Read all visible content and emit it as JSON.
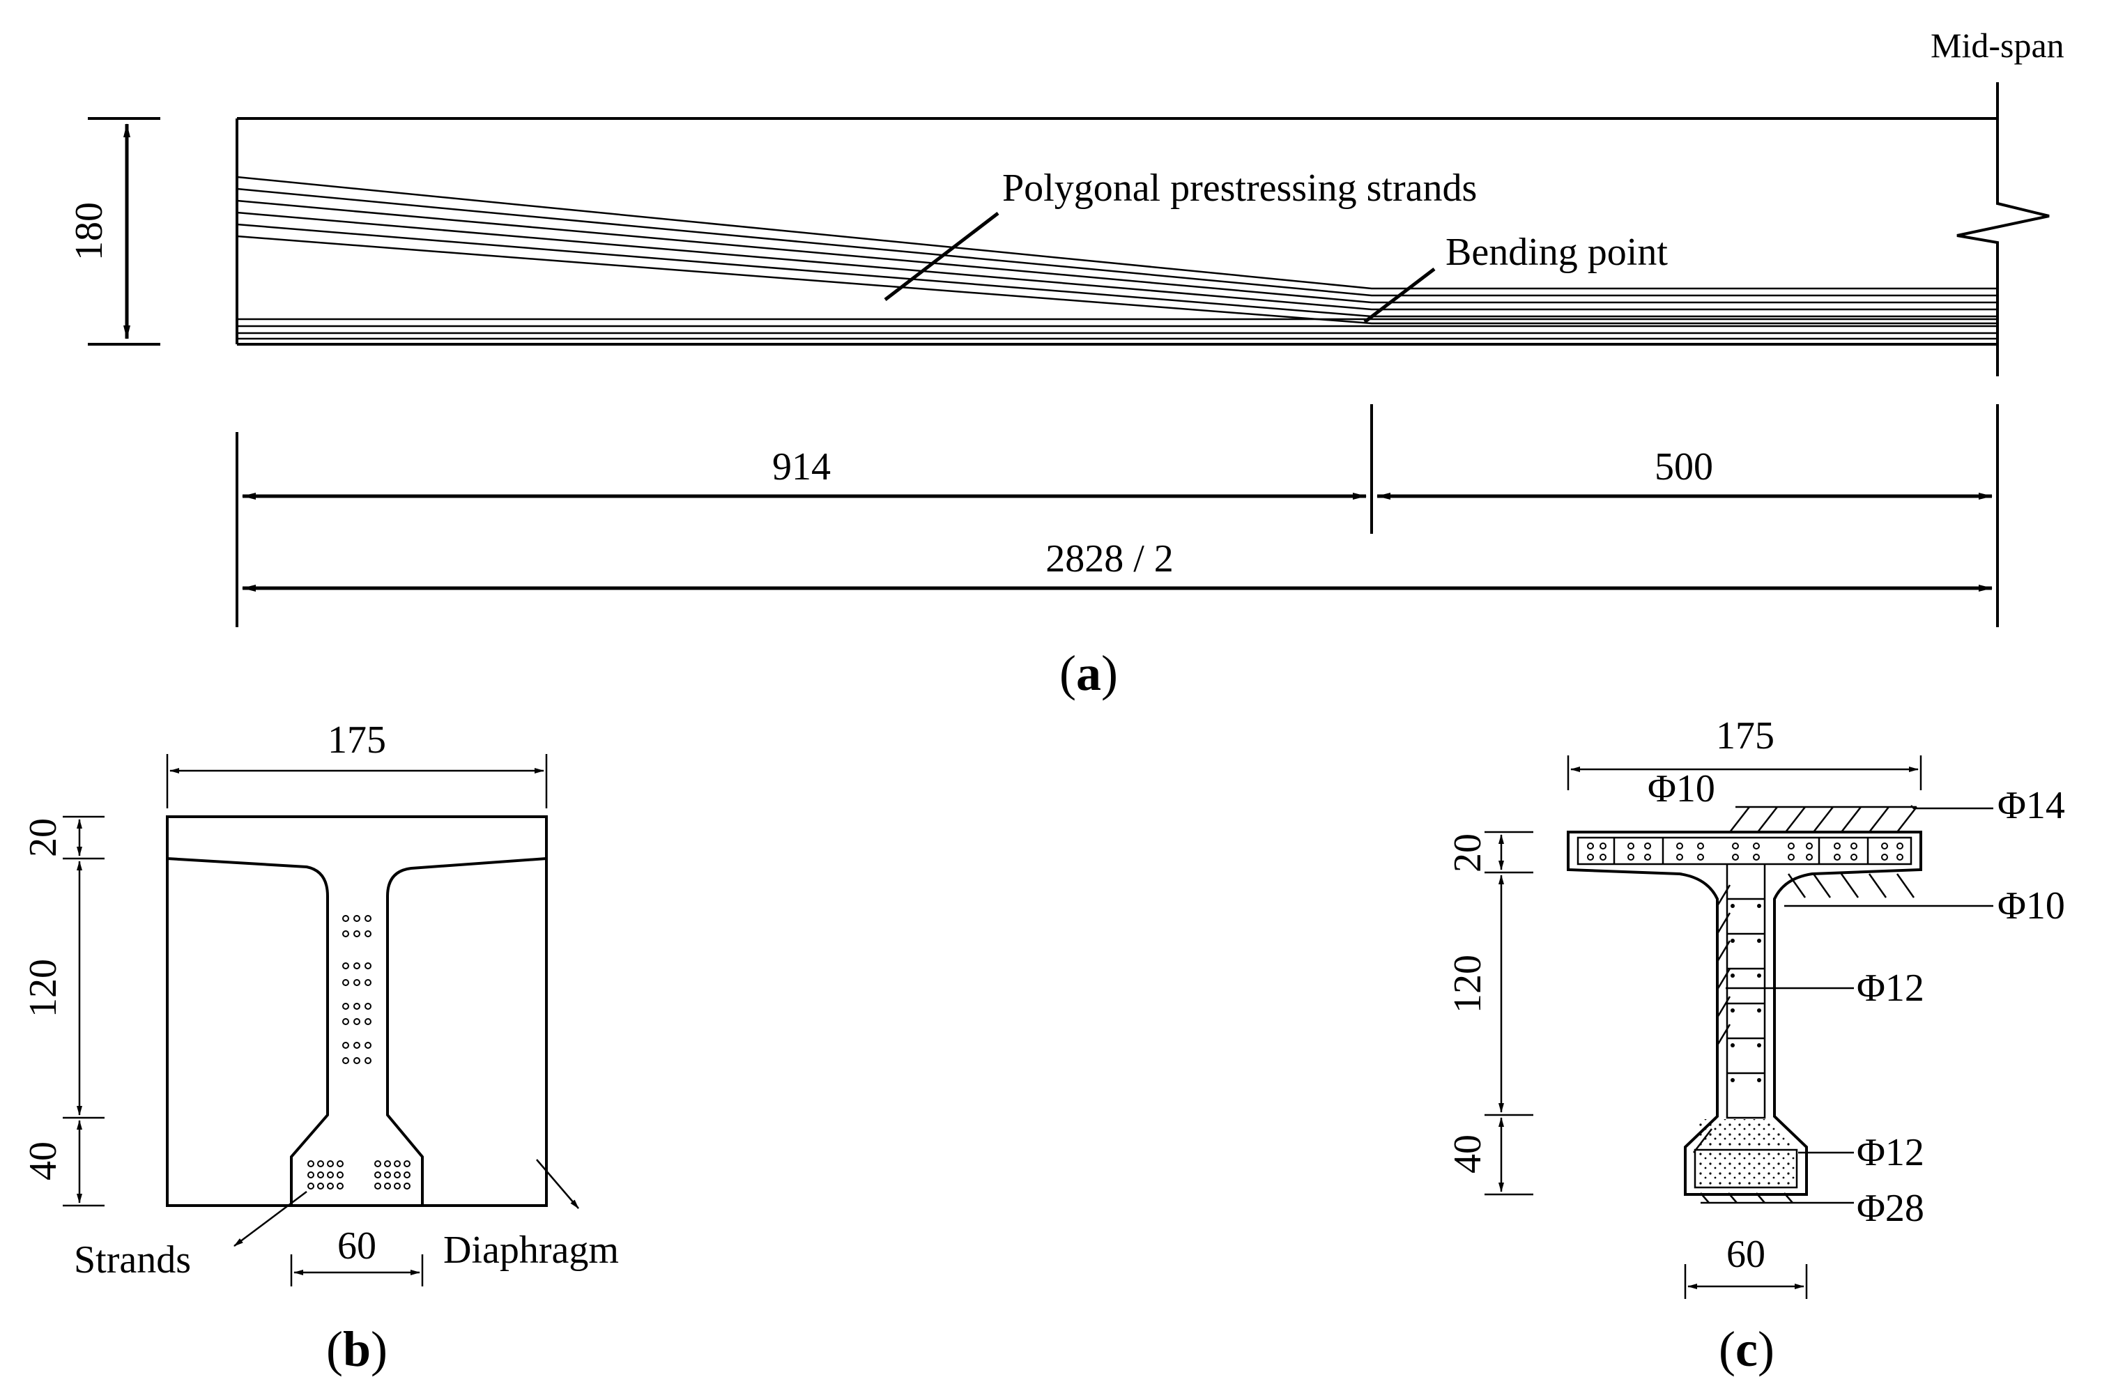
{
  "panel_a": {
    "caption_open": "(",
    "caption_letter": "a",
    "caption_close": ")",
    "height_dim": "180",
    "midspan_label": "Mid-span",
    "strands_label": "Polygonal prestressing strands",
    "bending_label": "Bending point",
    "dim_left": "914",
    "dim_right": "500",
    "dim_total": "2828 / 2"
  },
  "panel_b": {
    "caption_open": "(",
    "caption_letter": "b",
    "caption_close": ")",
    "width_dim": "175",
    "dim_top": "20",
    "dim_mid": "120",
    "dim_bot": "40",
    "bottom_dim": "60",
    "strands_label": "Strands",
    "diaphragm_label": "Diaphragm"
  },
  "panel_c": {
    "caption_open": "(",
    "caption_letter": "c",
    "caption_close": ")",
    "width_dim": "175",
    "dim_top": "20",
    "dim_mid": "120",
    "dim_bot": "40",
    "bottom_dim": "60",
    "bar_phi10_top": "Φ10",
    "bar_14": "Φ14",
    "bar_10": "Φ10",
    "bar_12_web": "Φ12",
    "bar_12_bottom": "Φ12",
    "bar_28": "Φ28"
  },
  "colors": {
    "ink": "#000000",
    "background": "#ffffff"
  }
}
